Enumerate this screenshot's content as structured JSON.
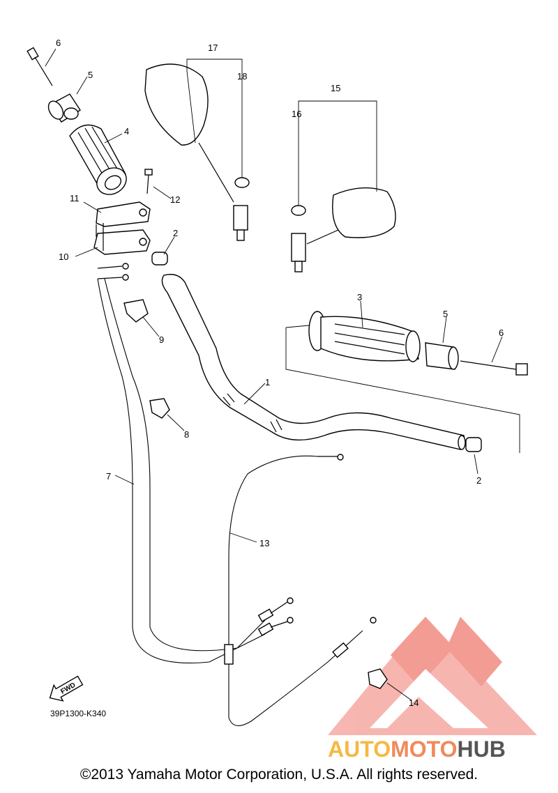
{
  "callouts": {
    "c1": "1",
    "c2a": "2",
    "c2b": "2",
    "c3": "3",
    "c4": "4",
    "c5a": "5",
    "c5b": "5",
    "c6a": "6",
    "c6b": "6",
    "c7": "7",
    "c8": "8",
    "c9": "9",
    "c10": "10",
    "c11": "11",
    "c12": "12",
    "c13": "13",
    "c14": "14",
    "c15": "15",
    "c16": "16",
    "c17": "17",
    "c18": "18"
  },
  "fwd_label": "FWD",
  "diagram_code": "39P1300-K340",
  "copyright": "©2013 Yamaha Motor Corporation, U.S.A. All rights reserved.",
  "watermark": {
    "part1": "AUTO",
    "part2": "MOTO",
    "part3": "HUB",
    "color1": "#f5b942",
    "color2": "#f08a5d",
    "color3": "#555555",
    "triangle_color": "#f28b82"
  }
}
